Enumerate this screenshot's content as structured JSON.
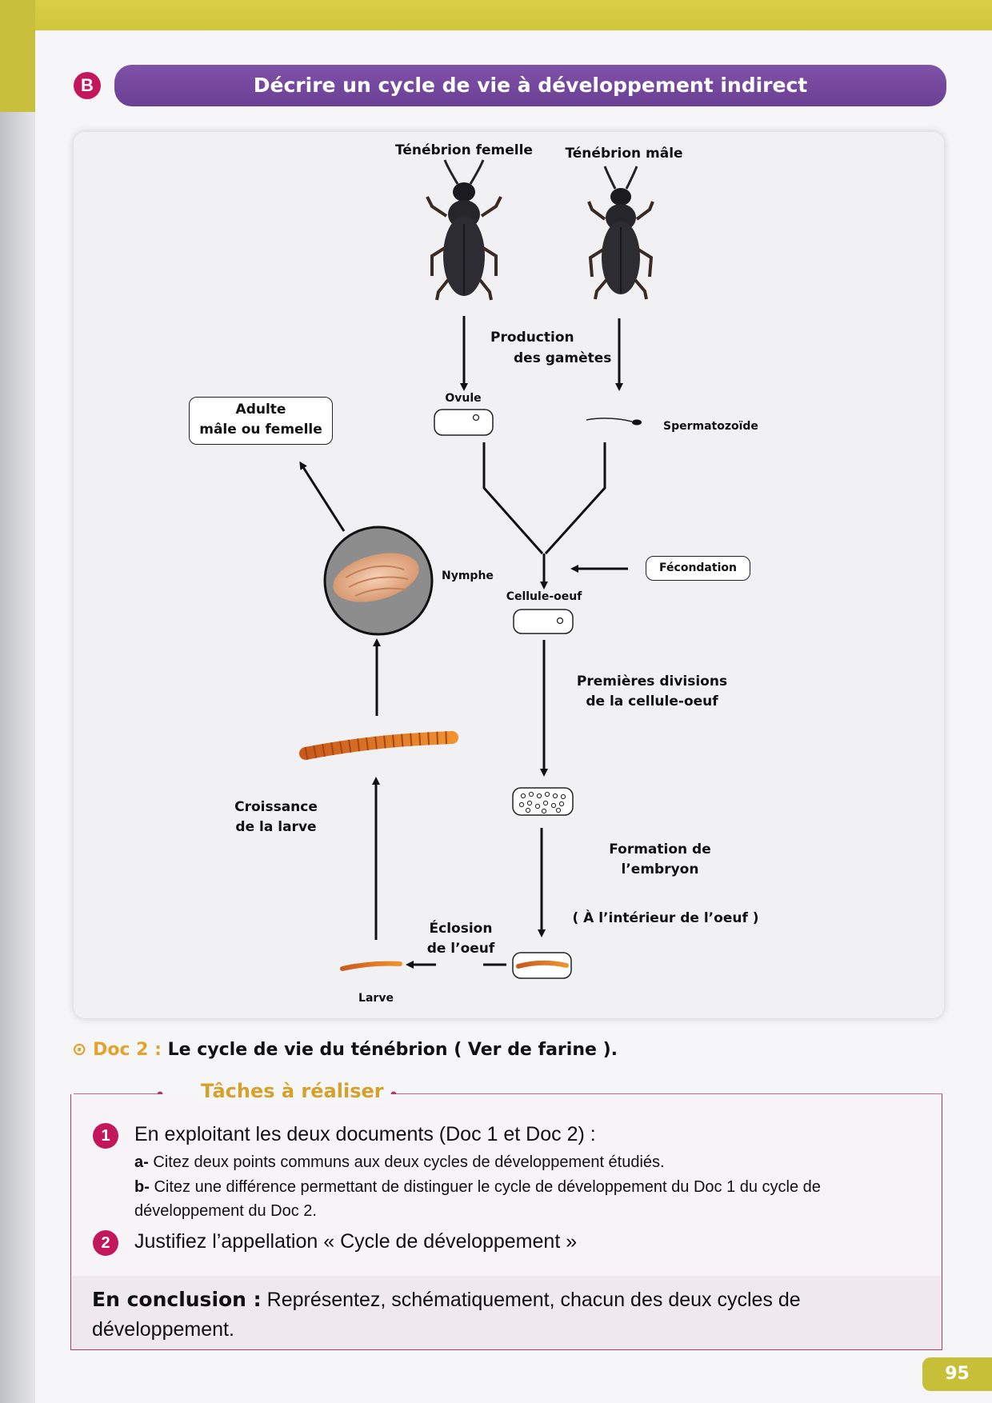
{
  "section": {
    "letter": "B",
    "title": "Décrire un cycle de vie à développement indirect"
  },
  "diagram": {
    "female": "Ténébrion femelle",
    "male": "Ténébrion mâle",
    "gametes_line1": "Production",
    "gametes_line2": "des gamètes",
    "ovule": "Ovule",
    "spermatozoide": "Spermatozoïde",
    "adult_line1": "Adulte",
    "adult_line2": "mâle ou femelle",
    "nymphe": "Nymphe",
    "fecondation": "Fécondation",
    "cellule_oeuf": "Cellule-oeuf",
    "divisions_line1": "Premières divisions",
    "divisions_line2": "de la cellule-oeuf",
    "croissance_line1": "Croissance",
    "croissance_line2": "de la larve",
    "embryon_line1": "Formation de",
    "embryon_line2": "l’embryon",
    "interieur": "( À l’intérieur de l’oeuf )",
    "eclosion_line1": "Éclosion",
    "eclosion_line2": "de l’oeuf",
    "larve": "Larve"
  },
  "caption": {
    "doc": "Doc 2 :",
    "text": "Le cycle de vie du ténébrion ( Ver de farine )."
  },
  "tasks": {
    "title": "Tâches à réaliser",
    "q1_num": "1",
    "q1": "En exploitant les deux documents (Doc 1 et Doc 2) :",
    "q1a_label": "a-",
    "q1a": "Citez deux points communs aux deux cycles de développement étudiés.",
    "q1b_label": "b-",
    "q1b": "Citez une différence permettant de distinguer le cycle de développement du Doc 1 du cycle de développement du Doc 2.",
    "q2_num": "2",
    "q2": "Justifiez l’appellation «  Cycle de développement »",
    "conclusion_label": "En conclusion :",
    "conclusion": "Représentez, schématiquement, chacun des deux cycles de développement."
  },
  "page_number": "95",
  "colors": {
    "header_purple": "#7048a0",
    "accent_magenta": "#c2185b",
    "accent_gold": "#d6a02c"
  }
}
